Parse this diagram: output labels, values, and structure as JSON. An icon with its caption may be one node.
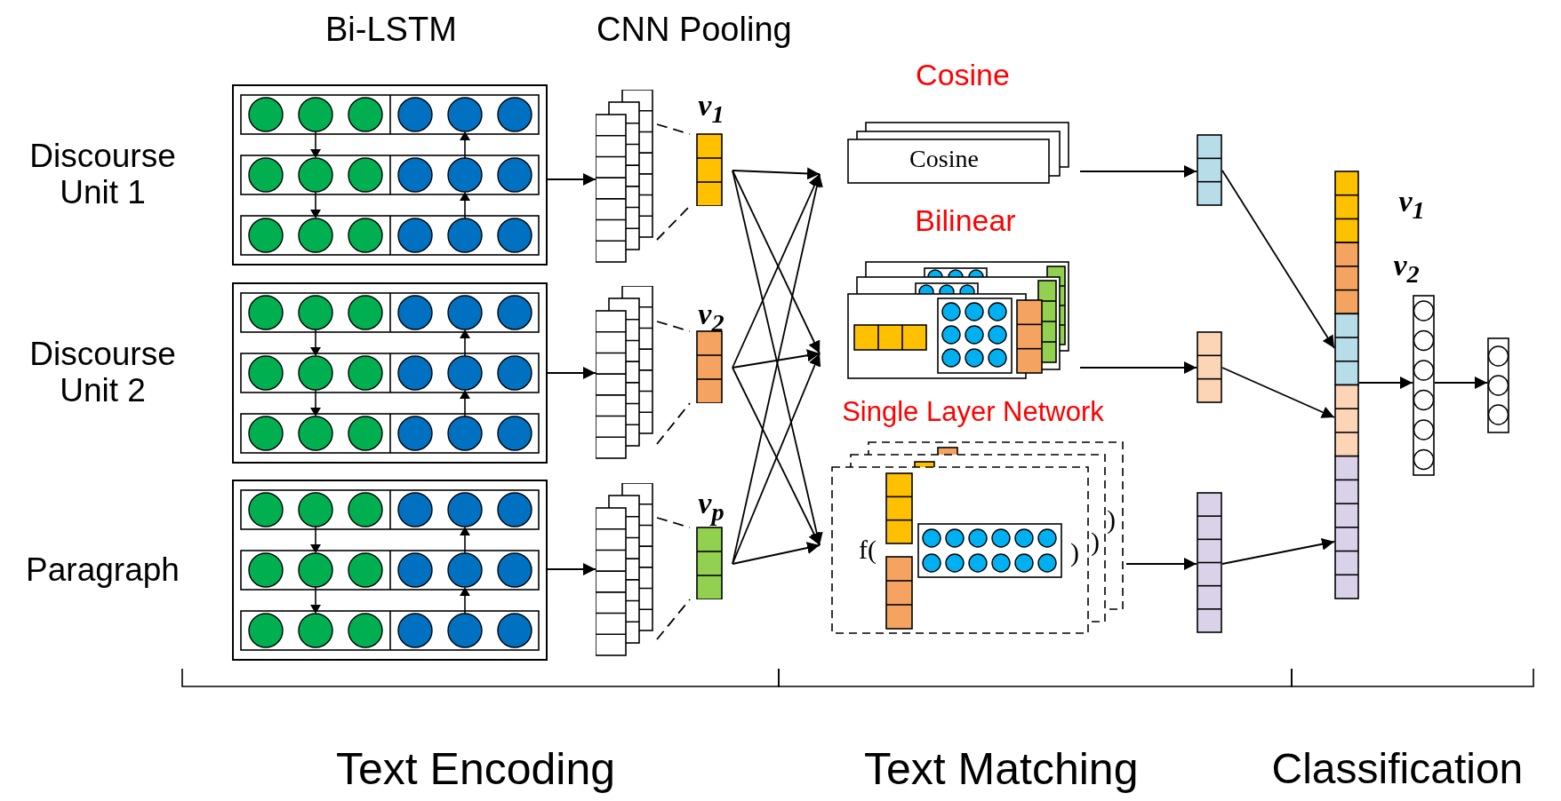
{
  "diagram": {
    "nodes": [
      {
        "text": [],
        "shape": "box",
        "beside": [
          "Discourse Unit 1"
        ]
      },
      {
        "text": [],
        "shape": "box",
        "beside": [
          "Discourse Unit 2"
        ]
      },
      {
        "text": [],
        "shape": "box",
        "beside": [
          "Paragraph"
        ]
      },
      {
        "text": [],
        "shape": "stack"
      },
      {
        "text": [],
        "shape": "stack"
      },
      {
        "text": [],
        "shape": "stack"
      },
      {
        "text": [
          "*v*$_{1}$"
        ]
      },
      {
        "text": [
          "*v*$_{2}$"
        ]
      },
      {
        "text": [
          "*v*$_{p}$"
        ]
      },
      {
        "text": [
          "Cosine",
          "Cosine"
        ]
      },
      {
        "text": [
          "Bilinear"
        ]
      },
      {
        "text": [
          "Single Layer Network",
          "f(",
          ")",
          ")",
          ")"
        ]
      },
      {
        "text": [],
        "shape": "bar"
      },
      {
        "text": [],
        "shape": "bar"
      },
      {
        "text": [],
        "shape": "bar"
      },
      {
        "text": [],
        "shape": "bar"
      },
      {
        "text": [],
        "shape": "bar"
      },
      {
        "text": [],
        "shape": "bar"
      }
    ],
    "edges": [
      {
        "from": 0,
        "to": 3,
        "arrow": "to"
      },
      {
        "from": 1,
        "to": 4,
        "arrow": "to"
      },
      {
        "from": 2,
        "to": 5,
        "arrow": "to"
      },
      {
        "from": 3,
        "to": 6,
        "arrow": "none",
        "style": "dashed"
      },
      {
        "from": 3,
        "to": 6,
        "arrow": "none",
        "style": "dashed"
      },
      {
        "from": 4,
        "to": 7,
        "arrow": "none",
        "style": "dashed"
      },
      {
        "from": 4,
        "to": 7,
        "arrow": "none",
        "style": "dashed"
      },
      {
        "from": 5,
        "to": 8,
        "arrow": "none",
        "style": "dashed"
      },
      {
        "from": 5,
        "to": 8,
        "arrow": "none",
        "style": "dashed"
      },
      {
        "from": 6,
        "to": 9,
        "arrow": "to"
      },
      {
        "from": 6,
        "to": 10,
        "arrow": "to"
      },
      {
        "from": 6,
        "to": 11,
        "arrow": "to"
      },
      {
        "from": 7,
        "to": 9,
        "arrow": "to"
      },
      {
        "from": 7,
        "to": 10,
        "arrow": "to"
      },
      {
        "from": 7,
        "to": 11,
        "arrow": "to"
      },
      {
        "from": 8,
        "to": 9,
        "arrow": "to"
      },
      {
        "from": 8,
        "to": 10,
        "arrow": "to"
      },
      {
        "from": 8,
        "to": 11,
        "arrow": "to"
      },
      {
        "from": 9,
        "to": 12,
        "arrow": "to"
      },
      {
        "from": 10,
        "to": 13,
        "arrow": "to"
      },
      {
        "from": 11,
        "to": 14,
        "arrow": "to"
      },
      {
        "from": 12,
        "to": 15,
        "arrow": "to"
      },
      {
        "from": 13,
        "to": 15,
        "arrow": "to"
      },
      {
        "from": 14,
        "to": 15,
        "arrow": "to"
      },
      {
        "from": 15,
        "to": 16,
        "arrow": "to"
      },
      {
        "from": 16,
        "to": 17,
        "arrow": "to"
      }
    ],
    "labels": [
      "Bi-LSTM",
      "CNN Pooling",
      "*v*$_{1}$",
      "*v*$_{2}$",
      "Text Encoding",
      "Text Matching",
      "Classification"
    ]
  }
}
